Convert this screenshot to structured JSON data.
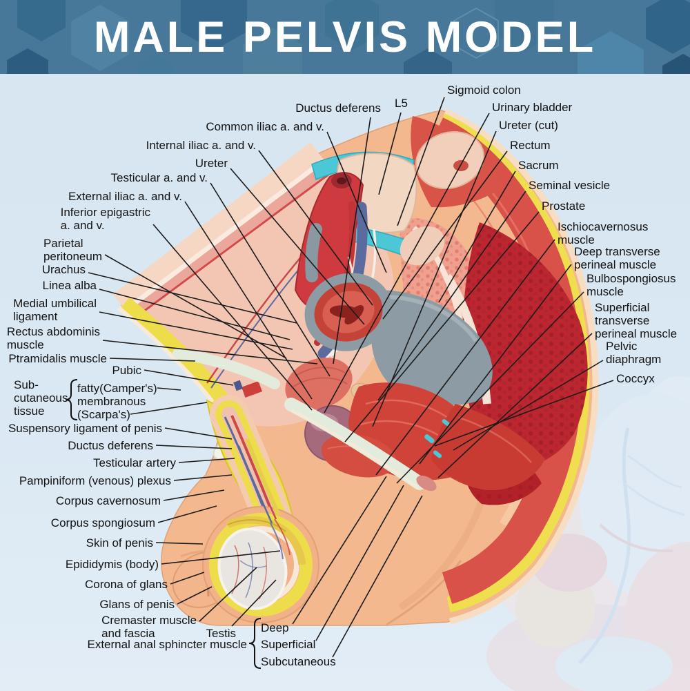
{
  "header": {
    "title": "MALE PELVIS MODEL"
  },
  "labels": {
    "ductus_deferens_top": "Ductus deferens",
    "l5": "L5",
    "common_iliac": "Common iliac a. and v.",
    "internal_iliac": "Internal iliac a. and v.",
    "ureter_top": "Ureter",
    "testicular_av": "Testicular a. and v.",
    "external_iliac": "External iliac a. and v.",
    "inferior_epigastric": "Inferior epigastric\na. and v.",
    "parietal_peritoneum": "Parietal\nperitoneum",
    "urachus": "Urachus",
    "linea_alba": "Linea alba",
    "medial_umbilical": "Medial umbilical\nligament",
    "rectus_abdominis": "Rectus abdominis\nmuscle",
    "ptramidalis": "Ptramidalis muscle",
    "pubic": "Pubic",
    "suspensory": "Suspensory ligament of penis",
    "ductus_deferens_low": "Ductus deferens",
    "testicular_artery": "Testicular artery",
    "pampiniform": "Pampiniform (venous) plexus",
    "corpus_cavernosum": "Corpus cavernosum",
    "corpus_spongiosum": "Corpus spongiosum",
    "skin_of_penis": "Skin of penis",
    "epididymis": "Epididymis (body)",
    "corona_of_glans": "Corona of glans",
    "glans_of_penis": "Glans of penis",
    "cremaster": "Cremaster muscle\nand fascia",
    "testis": "Testis",
    "sigmoid_colon": "Sigmoid colon",
    "urinary_bladder": "Urinary bladder",
    "ureter_cut": "Ureter (cut)",
    "rectum": "Rectum",
    "sacrum": "Sacrum",
    "seminal_vesicle": "Seminal vesicle",
    "prostate": "Prostate",
    "ischiocavernosus": "Ischiocavernosus\nmuscle",
    "deep_transverse": "Deep transverse\nperineal muscle",
    "bulbospongiosus": "Bulbospongiosus\nmuscle",
    "superficial_transverse": "Superficial\ntransverse\nperineal muscle",
    "pelvic_diaphragm": "Pelvic\ndiaphragm",
    "coccyx": "Coccyx"
  },
  "groups": {
    "subcutaneous": {
      "label": "Sub-\ncutaneous\ntissue",
      "item_fatty": "fatty(Camper's)",
      "item_membranous": "membranous",
      "item_scarpas": "(Scarpa's)"
    },
    "anal": {
      "label": "External anal sphincter muscle",
      "item_deep": "Deep",
      "item_superficial": "Superficial",
      "item_subcutaneous": "Subcutaneous"
    }
  },
  "colors": {
    "header_bg": "#47789a",
    "canvas_bg": "#d9e7f2",
    "skin": "#f3b88e",
    "fat_yellow": "#eedd4a",
    "muscle_red": "#d0443c",
    "spongy_bone": "#efa08e",
    "gluteal_red": "#bc2630",
    "bone_cream": "#f2d7c3",
    "disc_cyan": "#4cc7d6",
    "vein_blue": "#5c6b9e",
    "artery_red": "#c23438",
    "rectum_gray": "#8d9ca4",
    "bladder_mauve": "#a66a7d",
    "leader_line": "#1b1b1b"
  }
}
